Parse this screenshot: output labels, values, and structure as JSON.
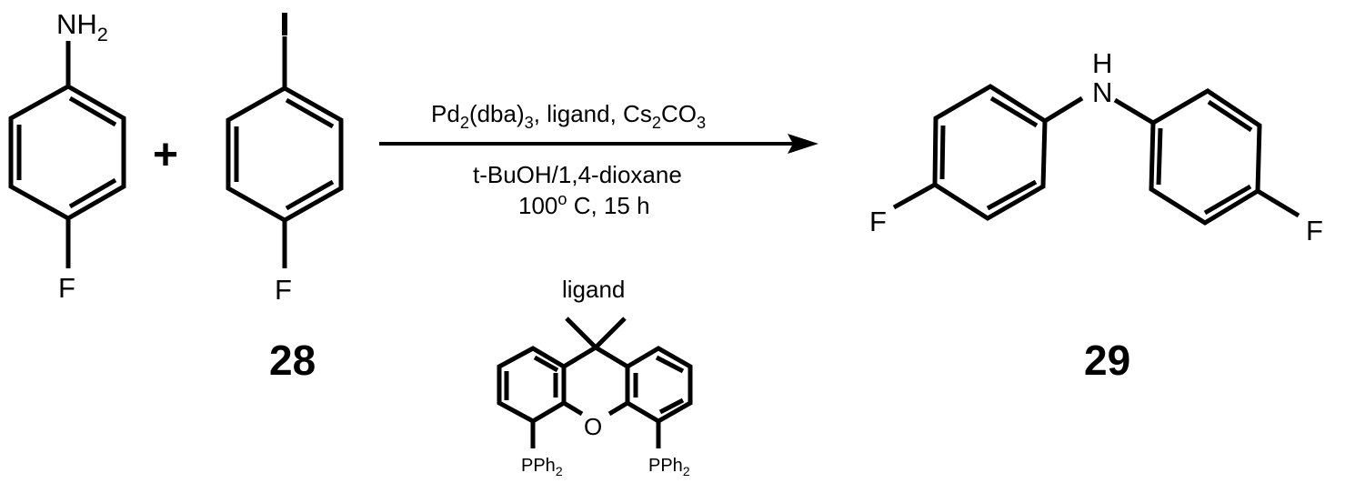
{
  "scheme": {
    "reactant_1": {
      "name": "4-fluoroaniline",
      "substituent_top": "NH",
      "substituent_top_sub": "2",
      "substituent_bottom": "F"
    },
    "plus_sign": "+",
    "reactant_2": {
      "name": "1-fluoro-4-iodobenzene",
      "substituent_top": "I",
      "substituent_bottom": "F",
      "compound_number": "28"
    },
    "arrow": {
      "above": {
        "pd": "Pd",
        "pd_sub": "2",
        "dba": "(dba)",
        "dba_sub": "3",
        "middle": ", ligand, Cs",
        "cs_sub": "2",
        "co": "CO",
        "co_sub": "3"
      },
      "below_line1": "t-BuOH/1,4-dioxane",
      "below_line2_temp": "100",
      "below_line2_deg": "o",
      "below_line2_rest": " C, 15 h"
    },
    "product": {
      "name": "bis(4-fluorophenyl)amine",
      "nh_n": "N",
      "nh_h": "H",
      "left_sub": "F",
      "right_sub": "F",
      "compound_number": "29"
    },
    "ligand": {
      "title": "ligand",
      "bridge_atom": "O",
      "left_group": "PPh",
      "left_group_sub": "2",
      "right_group": "PPh",
      "right_group_sub": "2"
    }
  }
}
